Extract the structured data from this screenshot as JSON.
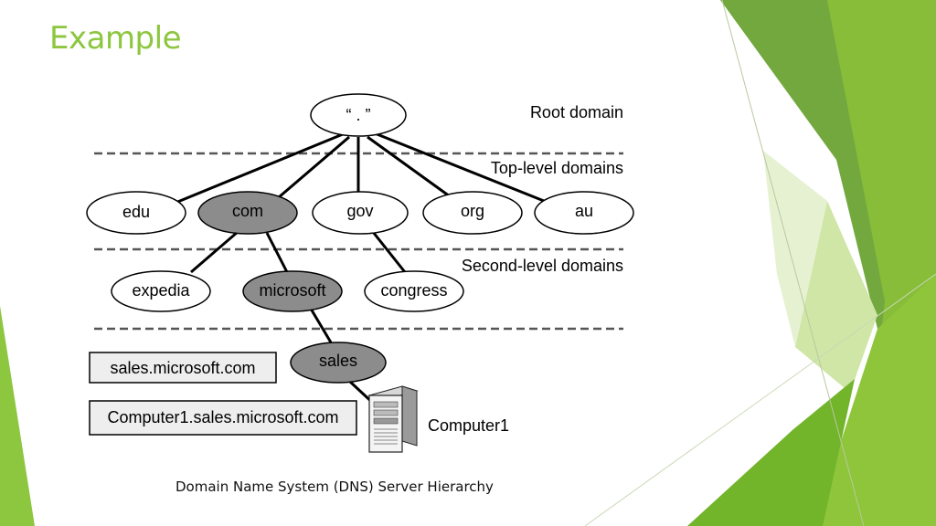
{
  "slide": {
    "title": "Example",
    "caption": "Domain Name System (DNS) Server Hierarchy",
    "title_color": "#8dc63f"
  },
  "diagram": {
    "root": {
      "label": "“ . ”"
    },
    "levels": {
      "root": "Root domain",
      "top": "Top-level domains",
      "second": "Second-level domains"
    },
    "top_level": [
      "edu",
      "com",
      "gov",
      "org",
      "au"
    ],
    "second_level": [
      "expedia",
      "microsoft",
      "congress"
    ],
    "subdomain": "sales",
    "host_label": "Computer1",
    "fqdn_boxes": [
      "sales.microsoft.com",
      "Computer1.sales.microsoft.com"
    ],
    "highlight_color": "#8c8c8c",
    "icons": {
      "host": "server-tower-icon"
    }
  }
}
